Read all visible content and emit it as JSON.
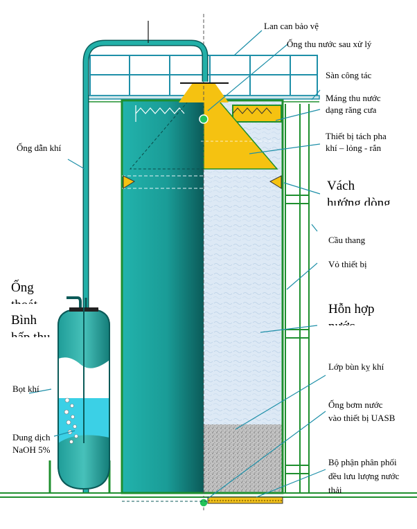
{
  "labels": {
    "railing": "Lan can bảo vệ",
    "treated_water_pipe": "Ống thu nước sau xử lý",
    "work_platform": "Sàn công tác",
    "weir_line1": "Máng thu nước",
    "weir_line2": "dạng răng cưa",
    "separator_line1": "Thiết bị tách pha",
    "separator_line2": "khí – lỏng - rắn",
    "baffle_line1": "Vách",
    "baffle_line2": "hướng dòng",
    "gas_pipe": "Ống dẫn khí",
    "ladder": "Cầu thang",
    "shell": "Vỏ thiết bị",
    "pipe_big_line1": "Ống",
    "pipe_big_line2": "thoát",
    "tank_big_line1": "Bình",
    "tank_big_line2": "hấp thụ",
    "mixture_line1": "Hỗn hợp",
    "mixture_line2": "nước",
    "sludge_bed": "Lớp bùn kỵ khí",
    "bubbles": "Bọt khí",
    "naoh_line1": "Dung dịch",
    "naoh_line2": "NaOH 5%",
    "inlet_line1": "Ống bơm nước",
    "inlet_line2": "vào thiết bị UASB",
    "distributor_line1": "Bộ phận phân phối",
    "distributor_line2": "đều lưu lượng nước",
    "distributor_line3": "thải"
  },
  "colors": {
    "teal": "#199c98",
    "teal_dark": "#0b5a58",
    "green_frame": "#1e8f2e",
    "railing_blue": "#1d8fa8",
    "separator_yellow": "#f5c211",
    "water_pale": "#dbe9f4",
    "sludge_gray": "#b8b8b8",
    "solution_cyan": "#3bd0e6"
  }
}
